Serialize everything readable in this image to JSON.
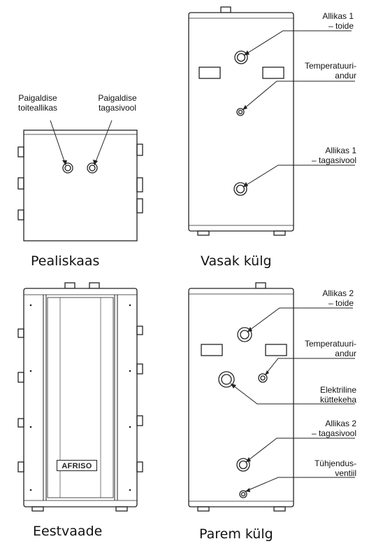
{
  "top_view": {
    "caption": "Pealiskaas",
    "label_supply": [
      "Paigaldise",
      "toiteallikas"
    ],
    "label_return": [
      "Paigaldise",
      "tagasivool"
    ]
  },
  "left_view": {
    "caption": "Vasak külg",
    "label_source1_supply": [
      "Allikas 1",
      "– toide"
    ],
    "label_temp_sensor": [
      "Temperatuuri-",
      "andur"
    ],
    "label_source1_return": [
      "Allikas 1",
      "– tagasivool"
    ]
  },
  "front_view": {
    "caption": "Eestvaade",
    "logo_text": "AFRISO"
  },
  "right_view": {
    "caption": "Parem külg",
    "label_source2_supply": [
      "Allikas 2",
      "– toide"
    ],
    "label_temp_sensor": [
      "Temperatuuri-",
      "andur"
    ],
    "label_heater": [
      "Elektriline",
      "küttekeha"
    ],
    "label_source2_return": [
      "Allikas 2",
      "– tagasivool"
    ],
    "label_drain_valve": [
      "Tühjendus-",
      "ventiil"
    ]
  }
}
